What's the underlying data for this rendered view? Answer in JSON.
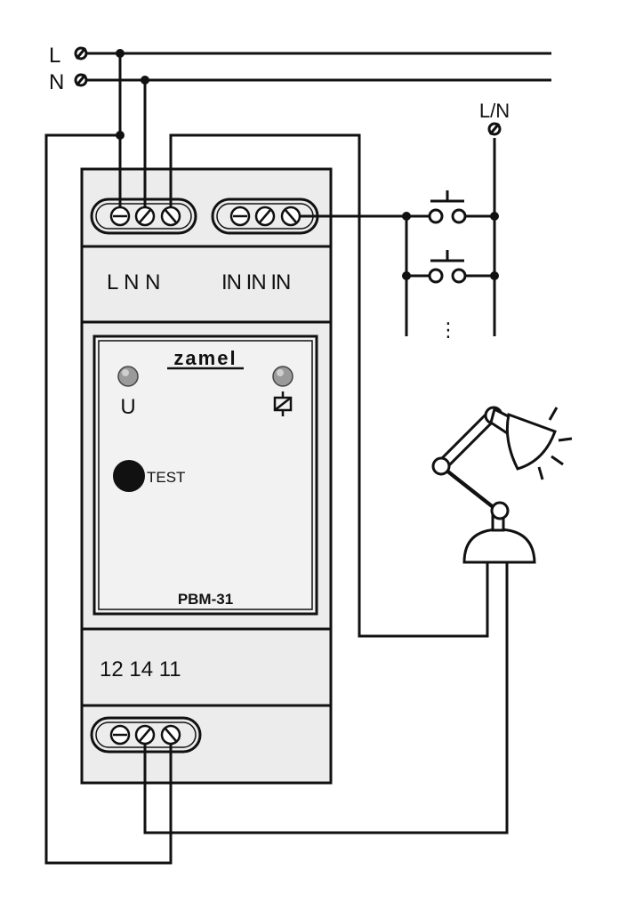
{
  "colors": {
    "wire": "#111111",
    "module_fill": "#ececec",
    "panel_fill": "#f2f2f2",
    "led": "#9a9a9a",
    "button": "#111111",
    "background": "#ffffff"
  },
  "supply": {
    "l_label": "L",
    "n_label": "N",
    "ln_label": "L/N"
  },
  "module": {
    "brand": "zamel",
    "model": "PBM-31",
    "top_labels": "L N N",
    "input_labels": "IN IN IN",
    "output_labels": "12 14 11",
    "power_led_label": "U",
    "relay_led_icon": "relay-coil-icon",
    "test_button_label": "TEST"
  },
  "pushbuttons": {
    "ellipsis": "⋮"
  },
  "load": {
    "icon": "desk-lamp-icon"
  }
}
